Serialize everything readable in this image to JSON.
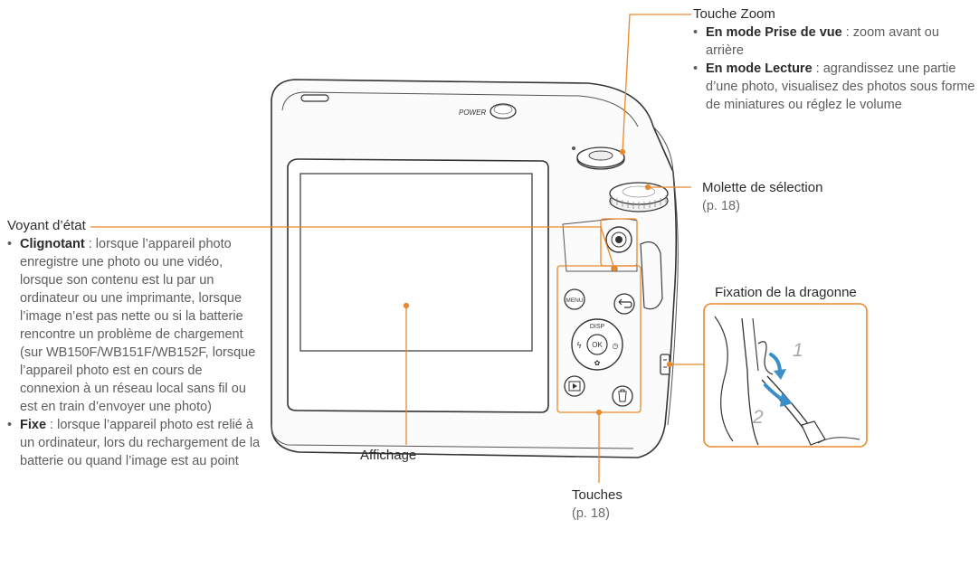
{
  "zoom": {
    "title": "Touche Zoom",
    "items": [
      {
        "term": "En mode Prise de vue",
        "sep": " : ",
        "text": "zoom avant ou arrière"
      },
      {
        "term": "En mode Lecture",
        "sep": " : ",
        "text": "agrandissez une partie d’une photo, visualisez des photos sous forme de miniatures ou réglez le volume"
      }
    ]
  },
  "dial": {
    "title": "Molette de sélection",
    "ref": "(p. 18)"
  },
  "strap": {
    "title": "Fixation de la dragonne",
    "step1": "1",
    "step2": "2"
  },
  "status": {
    "title": "Voyant d’état",
    "items": [
      {
        "term": "Clignotant",
        "sep": " : ",
        "text": "lorsque l’appareil photo enregistre une photo ou une vidéo, lorsque son contenu est lu par un ordinateur ou une imprimante, lorsque l’image n’est pas nette ou si la batterie rencontre un problème de chargement (sur WB150F/WB151F/WB152F, lorsque l’appareil photo est en cours de connexion à un réseau local sans fil ou est en train d’envoyer une photo)"
      },
      {
        "term": "Fixe",
        "sep": " : ",
        "text": "lorsque l’appareil photo est relié à un ordinateur, lors du rechargement de la batterie ou quand l’image est au point"
      }
    ]
  },
  "display": {
    "title": "Affichage"
  },
  "buttons": {
    "title": "Touches",
    "ref": "(p. 18)"
  },
  "camera": {
    "power_label": "POWER",
    "menu_label": "MENU",
    "disp_label": "DISP",
    "ok_label": "OK"
  },
  "colors": {
    "leader": "#e8892c",
    "arrow": "#3a8fc8",
    "body": "#333333"
  }
}
